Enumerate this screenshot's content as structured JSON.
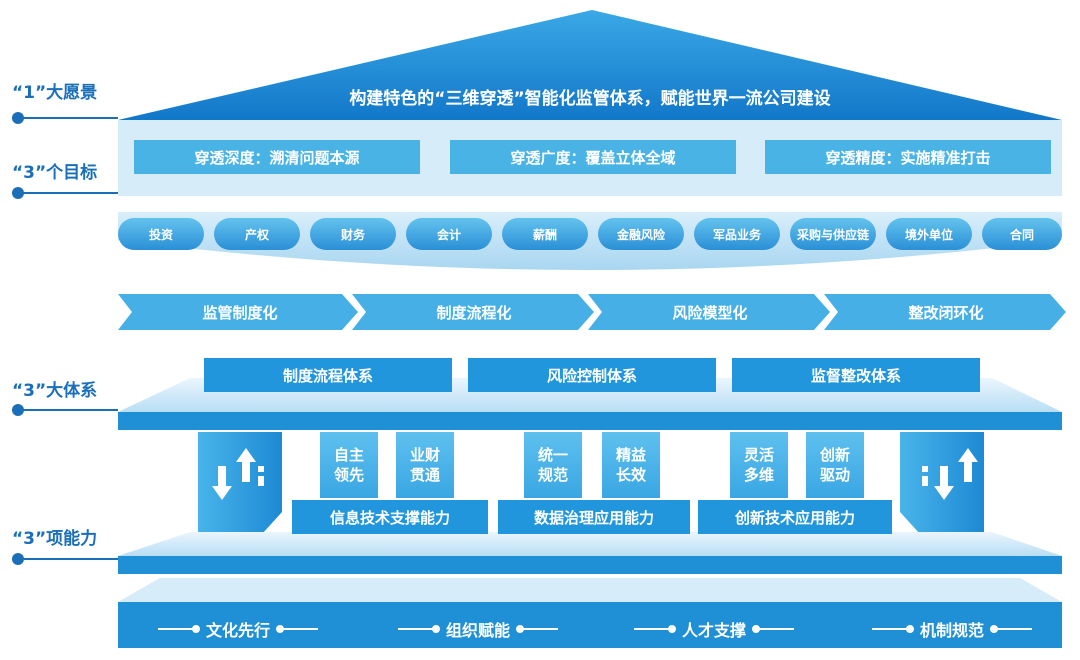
{
  "side_labels": {
    "vision": "“1”大愿景",
    "goals": "“3”个目标",
    "systems": "“3”大体系",
    "capabilities": "“3”项能力"
  },
  "roof_title": "构建特色的“三维穿透”智能化监管体系，赋能世界一流公司建设",
  "goals": [
    "穿透深度：溯清问题本源",
    "穿透广度：覆盖立体全域",
    "穿透精度：实施精准打击"
  ],
  "domains": [
    "投资",
    "产权",
    "财务",
    "会计",
    "薪酬",
    "金融风险",
    "军品业务",
    "采购与供应链",
    "境外单位",
    "合同"
  ],
  "process_steps": [
    "监管制度化",
    "制度流程化",
    "风险模型化",
    "整改闭环化"
  ],
  "systems": [
    "制度流程体系",
    "风险控制体系",
    "监督整改体系"
  ],
  "pillars": [
    [
      "自主",
      "领先"
    ],
    [
      "业财",
      "贯通"
    ],
    [
      "统一",
      "规范"
    ],
    [
      "精益",
      "长效"
    ],
    [
      "灵活",
      "多维"
    ],
    [
      "创新",
      "驱动"
    ]
  ],
  "capabilities": [
    "信息技术支撑能力",
    "数据治理应用能力",
    "创新技术应用能力"
  ],
  "foundations": [
    "文化先行",
    "组织赋能",
    "人才支撑",
    "机制规范"
  ],
  "colors": {
    "primary": "#1a6fb8",
    "roof": "#1f8fd6",
    "light_blue": "#4ab3e6",
    "pale": "#d6ecf8",
    "mid_blue": "#2196dd"
  }
}
